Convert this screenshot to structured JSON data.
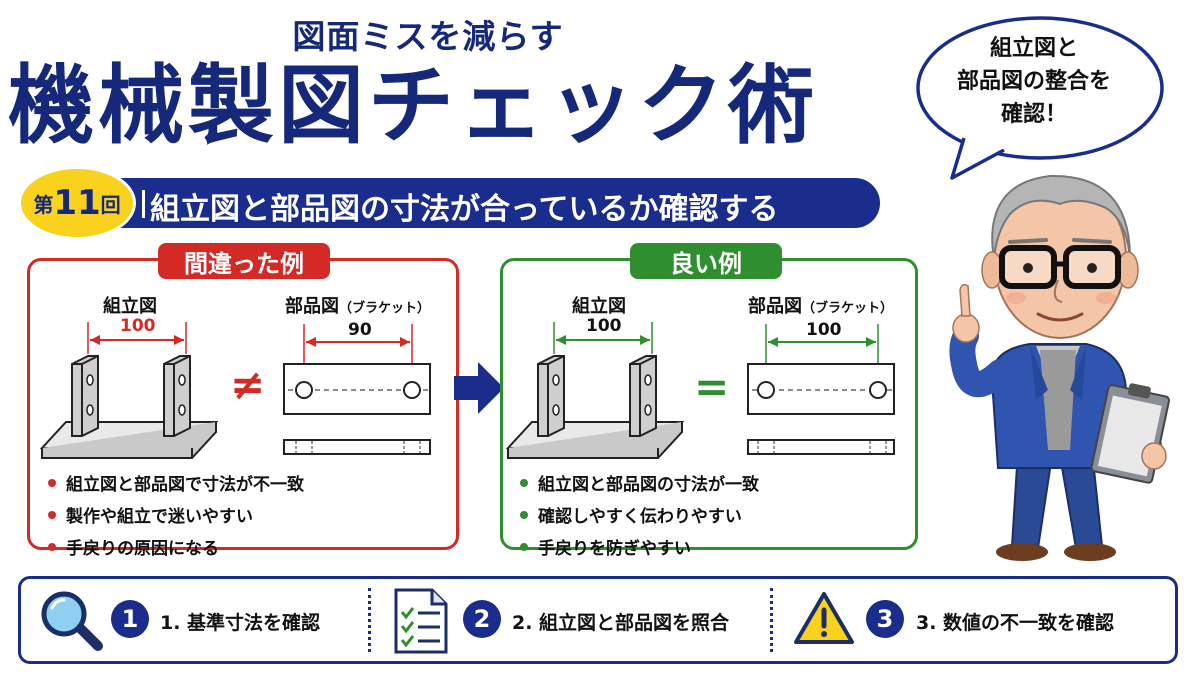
{
  "header": {
    "subtitle": "図面ミスを減らす",
    "title": "機械製図チェック術"
  },
  "speech_bubble": {
    "lines": [
      "組立図と",
      "部品図の整合を",
      "確認！"
    ]
  },
  "episode": {
    "badge_prefix": "第",
    "badge_number": "11",
    "badge_suffix": "回",
    "title": "組立図と部品図の寸法が合っているか確認する"
  },
  "bad_example": {
    "tag": "間違った例",
    "assembly_label": "組立図",
    "part_label": "部品図",
    "part_label_note": "（ブラケット）",
    "assembly_dimension": "100",
    "part_dimension": "90",
    "relation_symbol": "≠",
    "bullets": [
      "組立図と部品図で寸法が不一致",
      "製作や組立で迷いやすい",
      "手戻りの原因になる"
    ]
  },
  "good_example": {
    "tag": "良い例",
    "assembly_label": "組立図",
    "part_label": "部品図",
    "part_label_note": "（ブラケット）",
    "assembly_dimension": "100",
    "part_dimension": "100",
    "relation_symbol": "=",
    "bullets": [
      "組立図と部品図の寸法が一致",
      "確認しやすく伝わりやすい",
      "手戻りを防ぎやすい"
    ]
  },
  "steps": [
    {
      "number": "1",
      "label": "1. 基準寸法を確認",
      "icon": "magnifier-icon"
    },
    {
      "number": "2",
      "label": "2. 組立図と部品図を照合",
      "icon": "checklist-icon"
    },
    {
      "number": "3",
      "label": "3. 数値の不一致を確認",
      "icon": "warning-icon"
    }
  ],
  "colors": {
    "navy": "#1a2c8c",
    "bad_red": "#d42a25",
    "good_green": "#2f8f2f",
    "badge_yellow": "#f8d21c"
  }
}
